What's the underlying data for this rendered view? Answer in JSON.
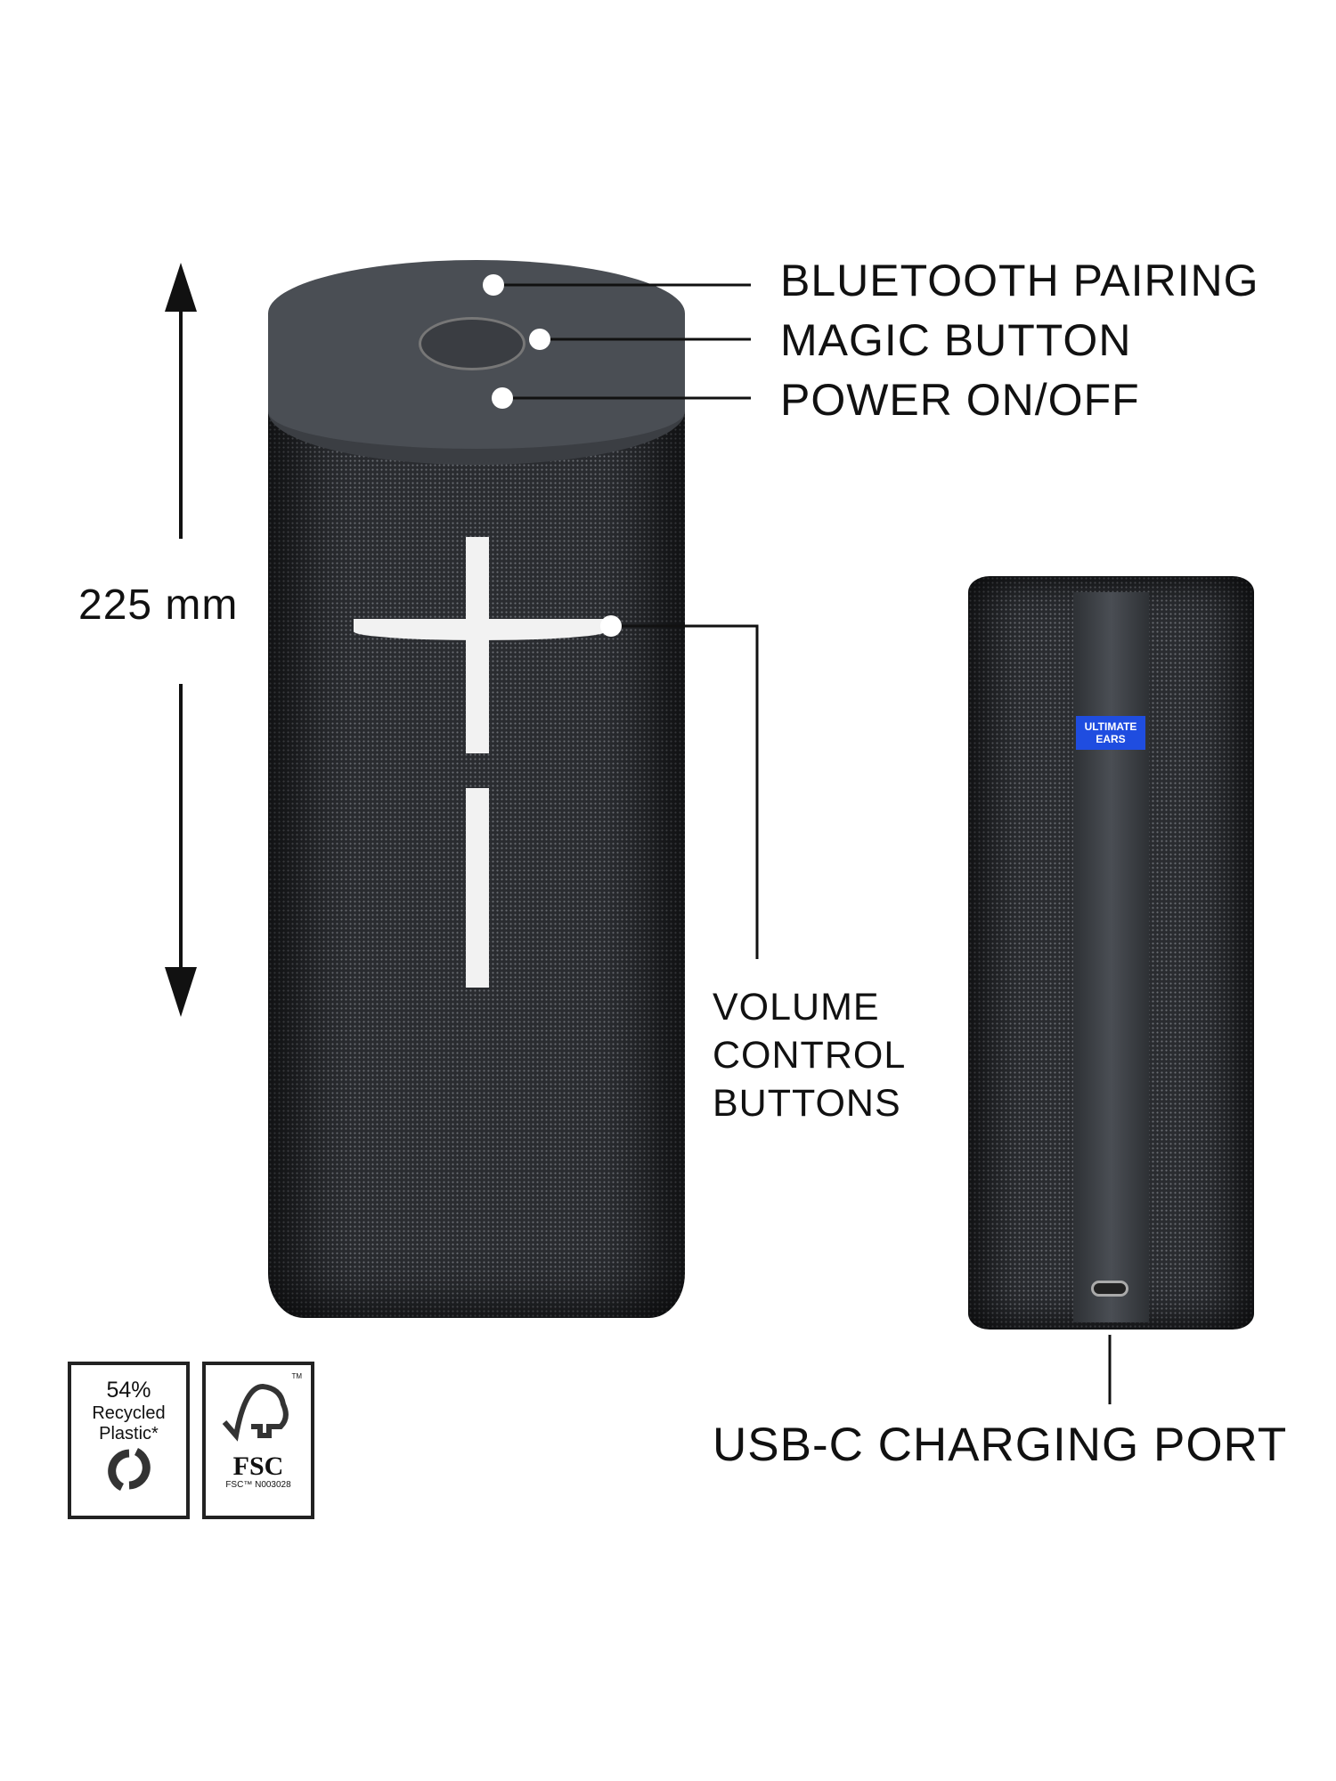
{
  "labels": {
    "bluetooth": "BLUETOOTH PAIRING",
    "magic": "MAGIC BUTTON",
    "power": "POWER ON/OFF",
    "volume": [
      "VOLUME",
      "CONTROL",
      "BUTTONS"
    ],
    "usb": "USB-C CHARGING PORT",
    "dimension": "225 mm"
  },
  "badge": {
    "line1": "ULTIMATE",
    "line2": "EARS",
    "color": "#1f4de0"
  },
  "recycled": {
    "percent": "54%",
    "line1": "Recycled",
    "line2": "Plastic*"
  },
  "fsc": {
    "mark": "FSC",
    "tm": "TM",
    "code": "FSC™ N003028"
  },
  "colors": {
    "body": "#2a2c30",
    "cap": "#4a4e54"
  }
}
